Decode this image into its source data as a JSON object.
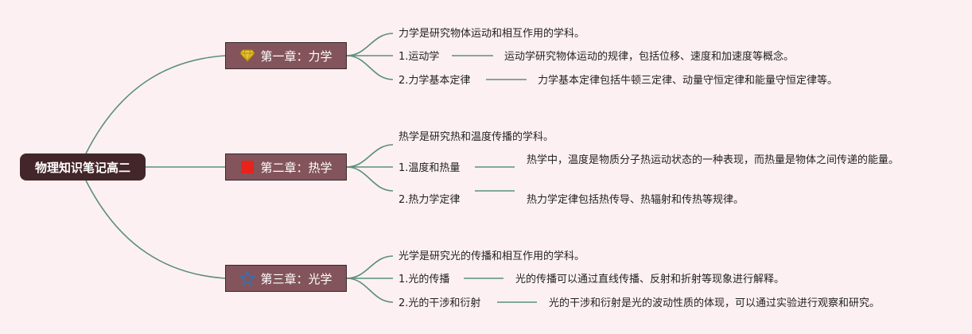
{
  "root": {
    "label": "物理知识笔记高二"
  },
  "colors": {
    "background": "#fdf0f2",
    "root_fill": "#43262a",
    "chapter_fill": "#83545b",
    "link": "#5a8f7b",
    "diamond_icon": "#e6c229",
    "square_icon": "#e8231b",
    "star_icon": "#3a6fb0"
  },
  "chapters": [
    {
      "label": "第一章：力学",
      "icon": "diamond-icon",
      "summary": "力学是研究物体运动和相互作用的学科。",
      "topics": [
        {
          "label": "1.运动学",
          "detail": "运动学研究物体运动的规律，包括位移、速度和加速度等概念。"
        },
        {
          "label": "2.力学基本定律",
          "detail": "力学基本定律包括牛顿三定律、动量守恒定律和能量守恒定律等。"
        }
      ]
    },
    {
      "label": "第二章：热学",
      "icon": "square-icon",
      "summary": "热学是研究热和温度传播的学科。",
      "topics": [
        {
          "label": "1.温度和热量",
          "detail": "热学中，温度是物质分子热运动状态的一种表现，而热量是物体之间传递的能量。"
        },
        {
          "label": "2.热力学定律",
          "detail": "热力学定律包括热传导、热辐射和传热等规律。"
        }
      ]
    },
    {
      "label": "第三章：光学",
      "icon": "star-icon",
      "summary": "光学是研究光的传播和相互作用的学科。",
      "topics": [
        {
          "label": "1.光的传播",
          "detail": "光的传播可以通过直线传播、反射和折射等现象进行解释。"
        },
        {
          "label": "2.光的干涉和衍射",
          "detail": "光的干涉和衍射是光的波动性质的体现，可以通过实验进行观察和研究。"
        }
      ]
    }
  ]
}
